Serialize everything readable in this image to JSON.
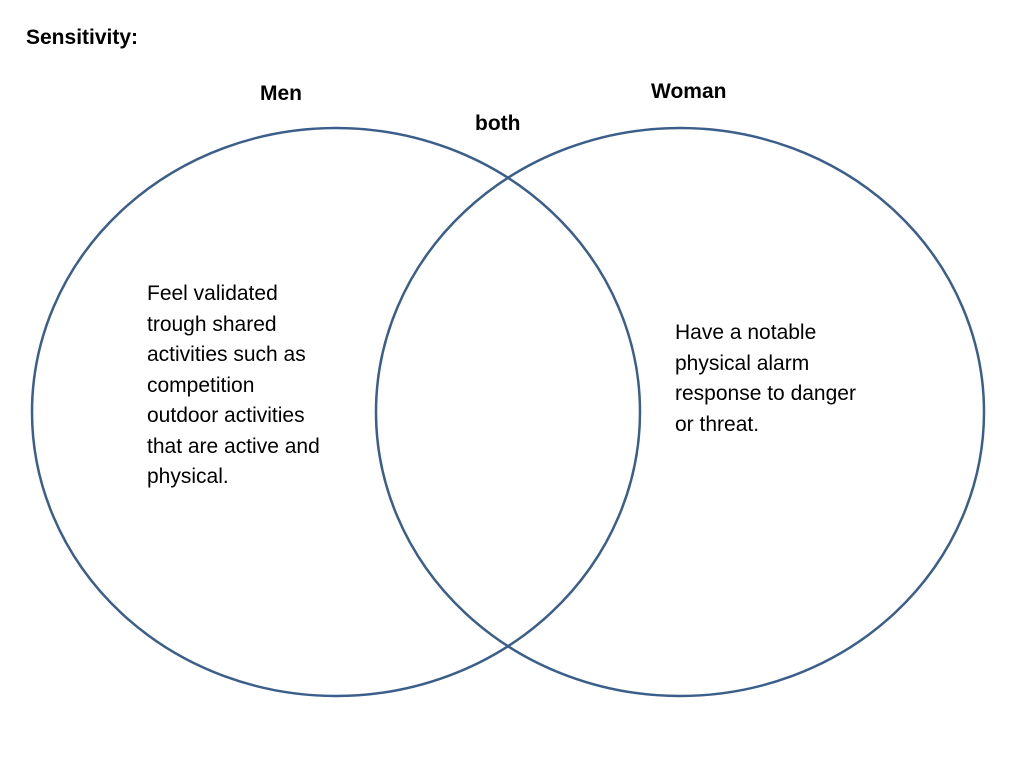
{
  "title": "Sensitivity:",
  "sets": {
    "men": {
      "label": "Men",
      "text": "Feel validated\ntrough shared\nactivities such as\ncompetition\noutdoor activities\nthat are active and\nphysical."
    },
    "woman": {
      "label": "Woman",
      "text": "Have a notable\nphysical alarm\nresponse to danger\nor threat."
    },
    "both": {
      "label": "both"
    }
  },
  "colors": {
    "circle_stroke": "#3b5f8a",
    "text": "#000000",
    "background": "#ffffff"
  }
}
